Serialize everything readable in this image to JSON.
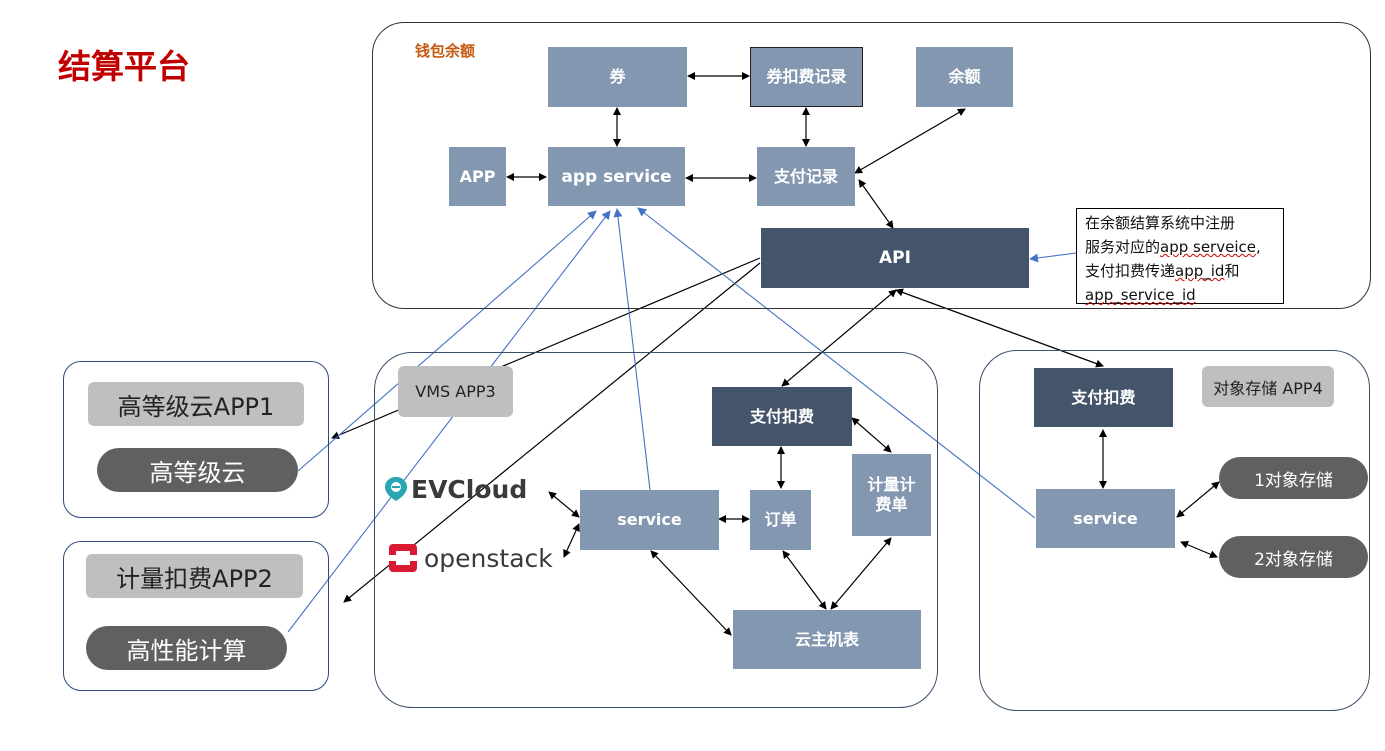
{
  "title": "结算平台",
  "wallet": {
    "label": "钱包余额",
    "coupon": "券",
    "coupon_record": "券扣费记录",
    "balance": "余额",
    "app": "APP",
    "app_service": "app service",
    "payment_record": "支付记录",
    "api": "API"
  },
  "note": {
    "line1": "在余额结算系统中注册",
    "line2_prefix": "服务对应的",
    "line2_wavy": "app serveice",
    "line2_suffix": ",",
    "line3_prefix": "支付扣费传递",
    "line3_wavy": "app_id",
    "line3_suffix": "和",
    "line4_wavy": "app_service_id"
  },
  "app1": {
    "tag": "高等级云APP1",
    "pill": "高等级云"
  },
  "app2": {
    "tag": "计量扣费APP2",
    "pill": "高性能计算"
  },
  "app3": {
    "tag": "VMS APP3",
    "evcloud": "EVCloud",
    "openstack": "openstack",
    "payment": "支付扣费",
    "service": "service",
    "order": "订单",
    "metering": "计量计费单",
    "host_table": "云主机表"
  },
  "app4": {
    "tag": "对象存储 APP4",
    "payment": "支付扣费",
    "service": "service",
    "storage1": "1对象存储",
    "storage2": "2对象存储"
  },
  "colors": {
    "title": "#c00000",
    "wallet_label": "#c55a11",
    "light_box": "#8497b0",
    "dark_box": "#44546a",
    "tag_gray": "#bfbfbf",
    "pill_gray": "#606060",
    "blue_line": "#4472c4"
  }
}
